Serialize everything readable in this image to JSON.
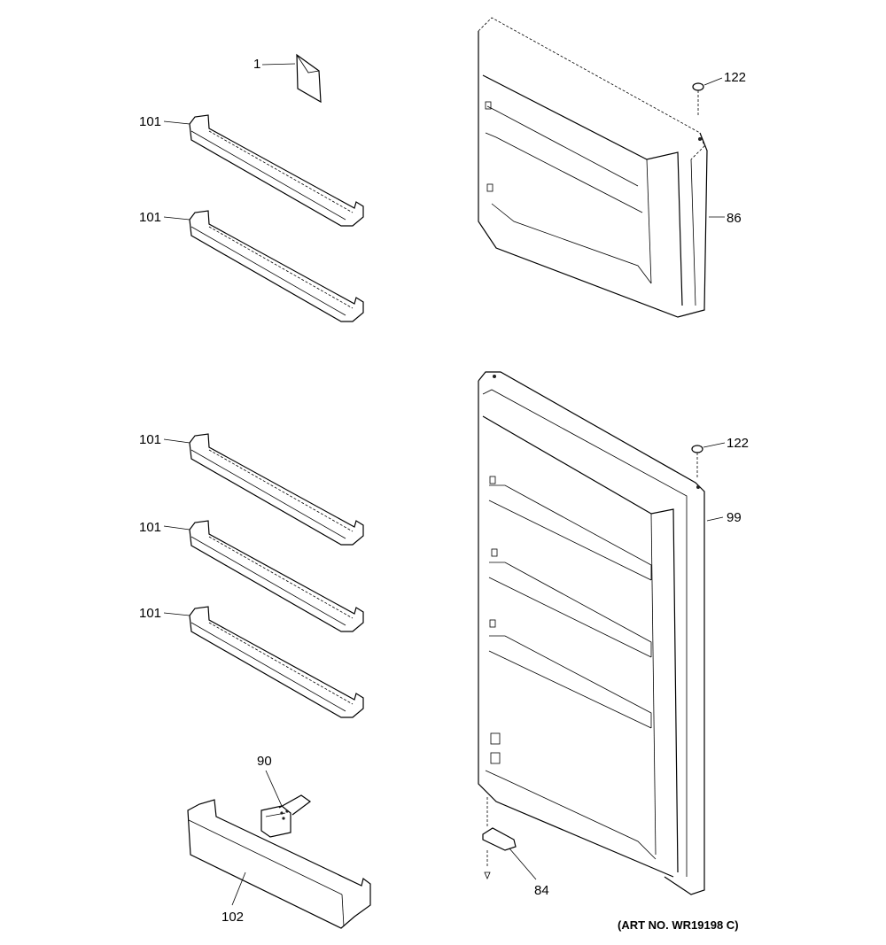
{
  "callouts": {
    "c1": "1",
    "c101a": "101",
    "c101b": "101",
    "c101c": "101",
    "c101d": "101",
    "c101e": "101",
    "c122a": "122",
    "c86": "86",
    "c122b": "122",
    "c99": "99",
    "c90": "90",
    "c102": "102",
    "c84": "84"
  },
  "art_number": "(ART NO. WR19198 C)"
}
